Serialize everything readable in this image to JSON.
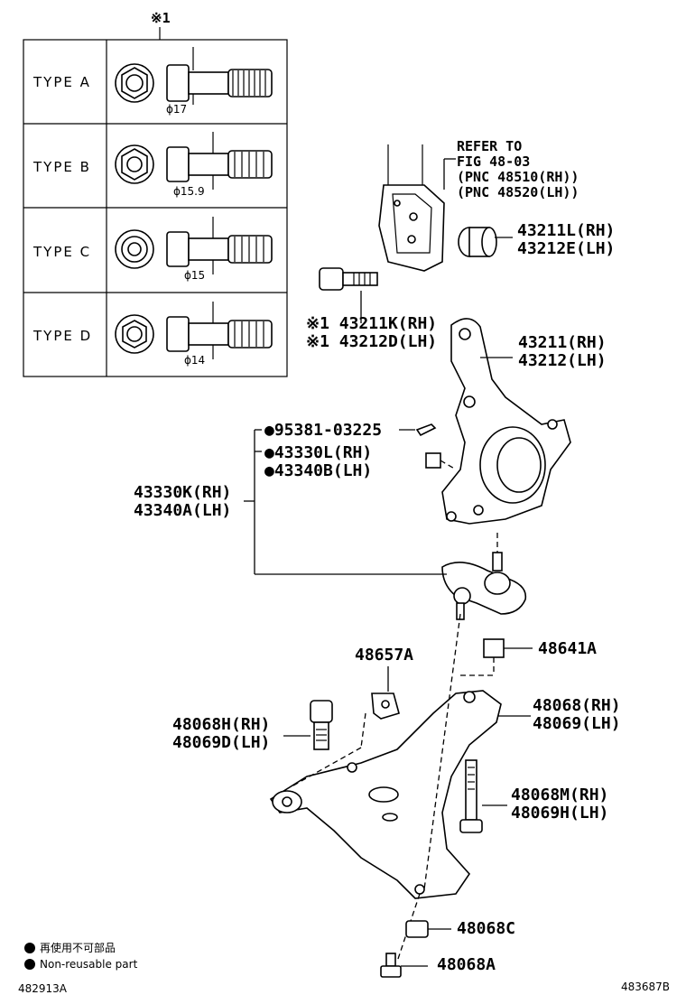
{
  "header_mark": "※1",
  "types": [
    {
      "label": "TYPE  A",
      "diameter": "ϕ17"
    },
    {
      "label": "TYPE  B",
      "diameter": "ϕ15.9"
    },
    {
      "label": "TYPE  C",
      "diameter": "ϕ15"
    },
    {
      "label": "TYPE  D",
      "diameter": "ϕ14"
    }
  ],
  "refer": {
    "line1": "REFER TO",
    "line2": "FIG 48-03",
    "line3": "(PNC 48510(RH))",
    "line4": "(PNC 48520(LH))"
  },
  "labels": {
    "bushing_rh": "43211L(RH)",
    "bushing_lh": "43212E(LH)",
    "bolt_rh": "※1 43211K(RH)",
    "bolt_lh": "※1 43212D(LH)",
    "knuckle_rh": "43211(RH)",
    "knuckle_lh": "43212(LH)",
    "pin": "●95381-03225",
    "nut_rh": "●43330L(RH)",
    "nut_lh": "●43340B(LH)",
    "joint_rh": "43330K(RH)",
    "joint_lh": "43340A(LH)",
    "bracket": "48657A",
    "nut_top": "48641A",
    "arm_rh": "48068(RH)",
    "arm_lh": "48069(LH)",
    "arm_bolt_rh": "48068H(RH)",
    "arm_bolt_lh": "48069D(LH)",
    "long_bolt_rh": "48068M(RH)",
    "long_bolt_lh": "48069H(LH)",
    "nut_c": "48068C",
    "bolt_a": "48068A"
  },
  "legend": {
    "item1": "再使用不可部品",
    "item2": "Non-reusable part"
  },
  "footer": {
    "left_code": "482913A",
    "right_code": "483687B"
  }
}
